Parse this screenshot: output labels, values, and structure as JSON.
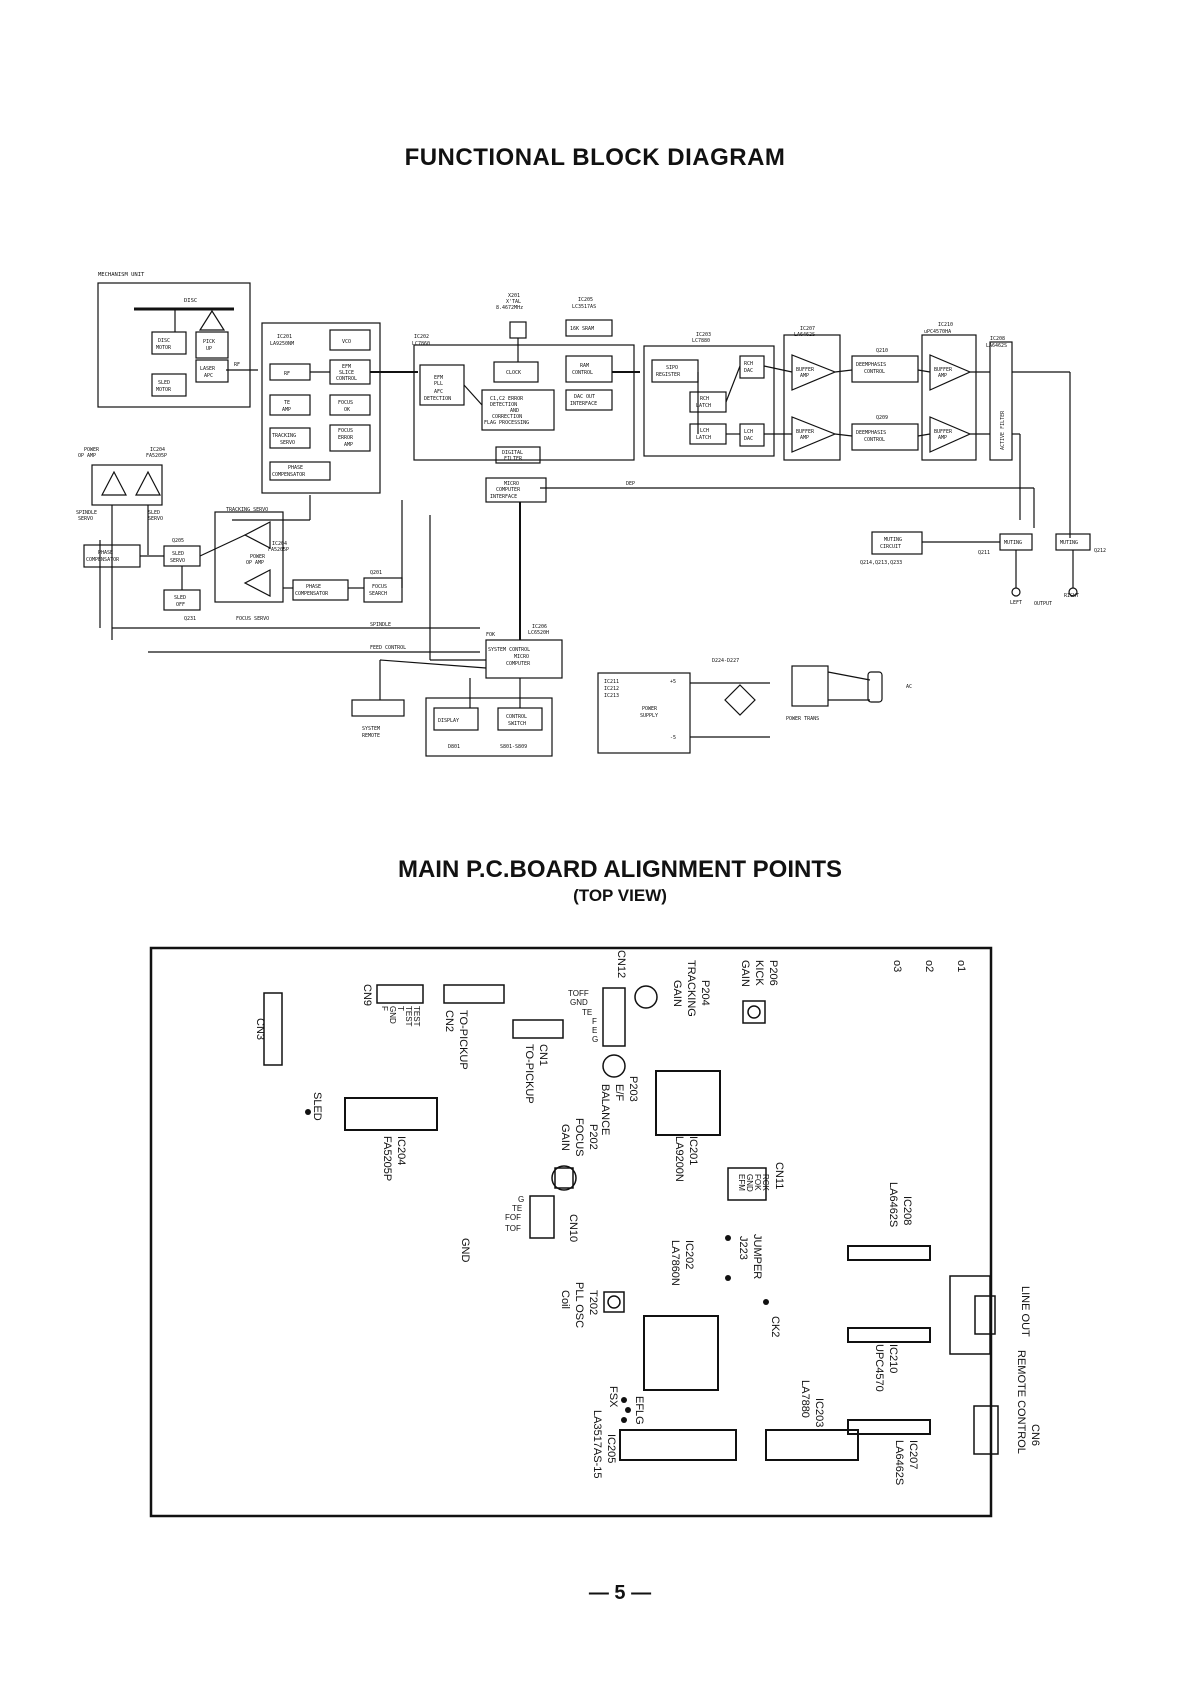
{
  "titles": {
    "block_diagram": "FUNCTIONAL BLOCK DIAGRAM",
    "board": "MAIN P.C.BOARD ALIGNMENT POINTS",
    "board_sub": "(TOP VIEW)",
    "page_number": "— 5 —"
  },
  "block_diagram": {
    "mechanism_unit": "MECHANISM UNIT",
    "disc": "DISC",
    "disc_motor": [
      "DISC",
      "MOTOR"
    ],
    "pick_up": [
      "PICK",
      "UP"
    ],
    "laser_apc": [
      "LASER",
      "APC"
    ],
    "sled_motor": [
      "SLED",
      "MOTOR"
    ],
    "rf_signal": "RF",
    "ic201": [
      "IC201",
      "LA9250NM"
    ],
    "ic202": [
      "IC202",
      "LC7860"
    ],
    "rf_block": "RF",
    "vco": "VCO",
    "efm_slice": [
      "EFM",
      "SLICE",
      "CONTROL"
    ],
    "te_amp": [
      "TE",
      "AMP"
    ],
    "focus_ok": [
      "FOCUS",
      "OK"
    ],
    "tracking_servo": [
      "TRACKING",
      "SERVO"
    ],
    "focus_error_amp": [
      "FOCUS",
      "ERROR",
      "AMP"
    ],
    "phase_compensator": [
      "PHASE",
      "COMPENSATOR"
    ],
    "efm_pll": [
      "EFM",
      "PLL"
    ],
    "afc_detection": [
      "AFC",
      "DETECTION"
    ],
    "xtal": [
      "X201",
      "X'TAL",
      "8.4672MHz"
    ],
    "clock": "CLOCK",
    "ic205": [
      "IC205",
      "LC3517AS"
    ],
    "ram_16k": "16K SRAM",
    "ram_control": [
      "RAM",
      "CONTROL"
    ],
    "c1c2_error": [
      "C1,C2 ERROR",
      "DETECTION",
      "AND",
      "CORRECTION",
      "FLAG PROCESSING"
    ],
    "dac_out": [
      "DAC OUT",
      "INTERFACE"
    ],
    "digital_filter": [
      "DIGITAL",
      "FILTER"
    ],
    "micro_interface": [
      "MICRO",
      "COMPUTER",
      "INTERFACE"
    ],
    "ic203": [
      "IC203",
      "LC7880"
    ],
    "sipo": [
      "SIPO",
      "REGISTER"
    ],
    "rch_dac": [
      "RCH",
      "DAC"
    ],
    "rch_latch": [
      "RCH",
      "LATCH"
    ],
    "lch_latch": [
      "LCH",
      "LATCH"
    ],
    "lch_dac": [
      "LCH",
      "DAC"
    ],
    "ic207": [
      "IC207",
      "LA6462S"
    ],
    "buffer_amp": [
      "BUFFER",
      "AMP"
    ],
    "q210": "Q210",
    "q209": "Q209",
    "deemphasis": [
      "DEEMPHASIS",
      "CONTROL"
    ],
    "ic210": [
      "IC210",
      "uPC4570HA"
    ],
    "ic208": [
      "IC208",
      "LA6462S"
    ],
    "active_filter": "ACTIVE FILTER",
    "dep": "DEP",
    "power_op_amp_top": [
      "POWER",
      "OP AMP"
    ],
    "ic204_top": [
      "IC204",
      "FA5205P"
    ],
    "spindle_servo": [
      "SPINDLE",
      "SERVO"
    ],
    "sled_servo_lbl": [
      "SLED",
      "SERVO"
    ],
    "tracking_servo_lbl": "TRACKING SERVO",
    "phase_comp_left": [
      "PHASE",
      "COMPENSATOR"
    ],
    "q205": "Q205",
    "sled_servo_box": [
      "SLED",
      "SERVO"
    ],
    "ic204_mid": [
      "IC204",
      "FA5205P"
    ],
    "power_op_amp_mid": [
      "POWER",
      "OP AMP"
    ],
    "phase_comp_mid": [
      "PHASE",
      "COMPENSATOR"
    ],
    "q201": "Q201",
    "focus_search": [
      "FOCUS",
      "SEARCH"
    ],
    "sled_off": [
      "SLED",
      "OFF"
    ],
    "q231": "Q231",
    "focus_servo": "FOCUS SERVO",
    "spindle": "SPINDLE",
    "feed_control": "FEED CONTROL",
    "fok": "FOK",
    "ic206": [
      "IC206",
      "LC6520H"
    ],
    "system_control": [
      "SYSTEM CONTROL",
      "MICRO",
      "COMPUTER"
    ],
    "muting_circuit": [
      "MUTING",
      "CIRCUIT"
    ],
    "muting_transistors": "Q214,Q213,Q233",
    "muting": "MUTING",
    "q211": "Q211",
    "q212": "Q212",
    "left": "LEFT",
    "right": "RIGHT",
    "output": "OUTPUT",
    "system_remote": [
      "SYSTEM",
      "REMOTE"
    ],
    "display": "DISPLAY",
    "control_switch": [
      "CONTROL",
      "SWITCH"
    ],
    "d801": "D801",
    "s801": "S801-S809",
    "diodes": "D224-D227",
    "regulators": [
      "IC211",
      "IC212",
      "IC213"
    ],
    "power_supply": [
      "POWER",
      "SUPPLY"
    ],
    "plus5": "+5",
    "minus5": "-5",
    "power_trans": "POWER TRANS",
    "ac": "AC"
  },
  "board": {
    "cn3": "CN3",
    "cn9": "CN9",
    "cn9_pins": [
      "F",
      "GND",
      "T",
      "TEST",
      "TEST"
    ],
    "cn2": [
      "CN2",
      "TO-PICKUP"
    ],
    "cn1": [
      "CN1",
      "TO-PICKUP"
    ],
    "cn12": "CN12",
    "cn12_pins": [
      "TOFF",
      "GND",
      "TE",
      "F",
      "E",
      "G"
    ],
    "p204": [
      "P204",
      "TRACKING",
      "GAIN"
    ],
    "p206": [
      "P206",
      "KICK",
      "GAIN"
    ],
    "o_labels": [
      "o1",
      "o2",
      "o3"
    ],
    "sled": "SLED",
    "ic204": [
      "IC204",
      "FA5205P"
    ],
    "p203": [
      "P203",
      "E/F",
      "BALANCE"
    ],
    "ic201": [
      "IC201",
      "LA9200N"
    ],
    "p202": [
      "P202",
      "FOCUS",
      "GAIN"
    ],
    "cn11": "CN11",
    "cn11_pins": [
      "RCK",
      "FOK",
      "GND",
      "EFM"
    ],
    "ic208": [
      "IC208",
      "LA6462S"
    ],
    "cn10": "CN10",
    "cn10_pins": [
      "G",
      "TE",
      "FOF",
      "TOF"
    ],
    "gnd": "GND",
    "jumper": [
      "J223",
      "JUMPER"
    ],
    "ic202": [
      "IC202",
      "LA7860N"
    ],
    "t202": [
      "T202",
      "PLL OSC",
      "Coil"
    ],
    "ck2": "CK2",
    "line_out": "LINE OUT",
    "ic210": [
      "IC210",
      "UPC4570"
    ],
    "eflg": "EFLG",
    "fsx": "FSX",
    "ic203": [
      "IC203",
      "LA7880"
    ],
    "cn6": [
      "CN6",
      "REMOTE CONTROL"
    ],
    "ic205": [
      "IC205",
      "LA3517AS-15"
    ],
    "ic207": [
      "IC207",
      "LA6462S"
    ]
  }
}
